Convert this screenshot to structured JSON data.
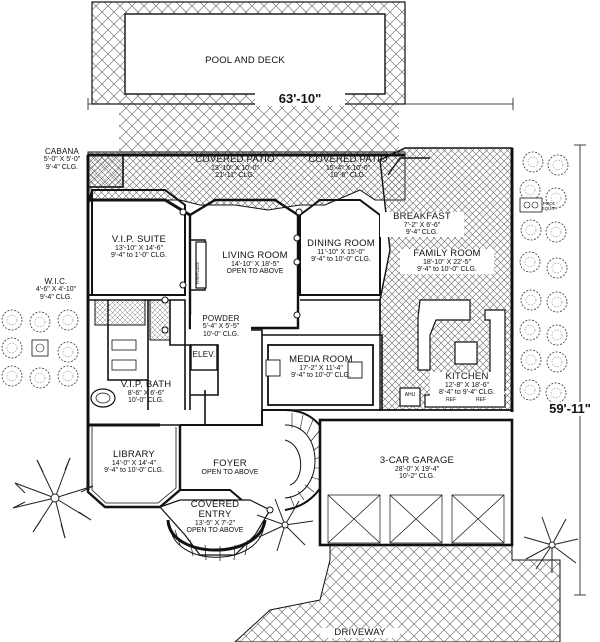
{
  "rooms": {
    "pool": {
      "name": "POOL AND DECK"
    },
    "cabana": {
      "name": "CABANA",
      "dim": "5'-0\" X 5'-0\"",
      "clg": "9'-4\" CLG."
    },
    "patio_left": {
      "name": "COVERED PATIO",
      "dim": "13'-10\" X 10'-0\"",
      "clg": "21'-11\" CLG."
    },
    "patio_right": {
      "name": "COVERED PATIO",
      "dim": "15'-4\" X 10'-0\"",
      "clg": "10'-6\" CLG."
    },
    "breakfast": {
      "name": "BREAKFAST",
      "dim": "7'-2\" X 6'-6\"",
      "clg": "9'-4\" CLG."
    },
    "vip_suite": {
      "name": "V.I.P. SUITE",
      "dim": "13'-10\" X 14'-6\"",
      "clg": "9'-4\" to 1'-0\" CLG."
    },
    "living": {
      "name": "LIVING ROOM",
      "dim": "14'-10\" X 18'-5\"",
      "clg": "OPEN TO ABOVE"
    },
    "dining": {
      "name": "DINING ROOM",
      "dim": "11'-10\" X 15'-0\"",
      "clg": "9'-4\" to 10'-0\" CLG."
    },
    "family": {
      "name": "FAMILY ROOM",
      "dim": "18'-10\" X 22'-5\"",
      "clg": "9'-4\" to 10'-0\" CLG."
    },
    "wic": {
      "name": "W.I.C.",
      "dim": "4'-6\" X 4'-10\"",
      "clg": "9'-4\" CLG."
    },
    "powder": {
      "name": "POWDER",
      "dim": "5'-4\" X 5'-5\"",
      "clg": "10'-0\" CLG."
    },
    "elev": {
      "name": "ELEV."
    },
    "media": {
      "name": "MEDIA ROOM",
      "dim": "17'-2\" X 11'-4\"",
      "clg": "9'-4\" to 10'-0\" CLG."
    },
    "vip_bath": {
      "name": "V.I.P. BATH",
      "dim": "8'-6\" X 6'-6\"",
      "clg": "10'-0\" CLG."
    },
    "kitchen": {
      "name": "KITCHEN",
      "dim": "12'-8\" X 18'-6\"",
      "clg": "8'-4\" to 9'-4\" CLG."
    },
    "library": {
      "name": "LIBRARY",
      "dim": "14'-0\" X 14'-4\"",
      "clg": "9'-4\" to 10'-0\" CLG."
    },
    "foyer": {
      "name": "FOYER",
      "clg": "OPEN TO ABOVE"
    },
    "garage": {
      "name": "3-CAR GARAGE",
      "dim": "28'-0\" X 19'-4\"",
      "clg": "10'-2\" CLG."
    },
    "entry": {
      "name": "COVERED\nENTRY",
      "name1": "COVERED",
      "name2": "ENTRY",
      "dim": "13'-5\" X 7'-2\"",
      "clg": "OPEN TO ABOVE"
    },
    "driveway": {
      "name": "DRIVEWAY"
    }
  },
  "dimensions": {
    "width": "63'-10\"",
    "depth": "59'-11\""
  },
  "fixtures": {
    "fireplace": "FIREPLACE",
    "ahu": "AHU",
    "ref": "REF",
    "pool_equip": "POOL EQUIP."
  },
  "colors": {
    "line": "#111111",
    "hatch": "#555555",
    "background": "#ffffff"
  }
}
